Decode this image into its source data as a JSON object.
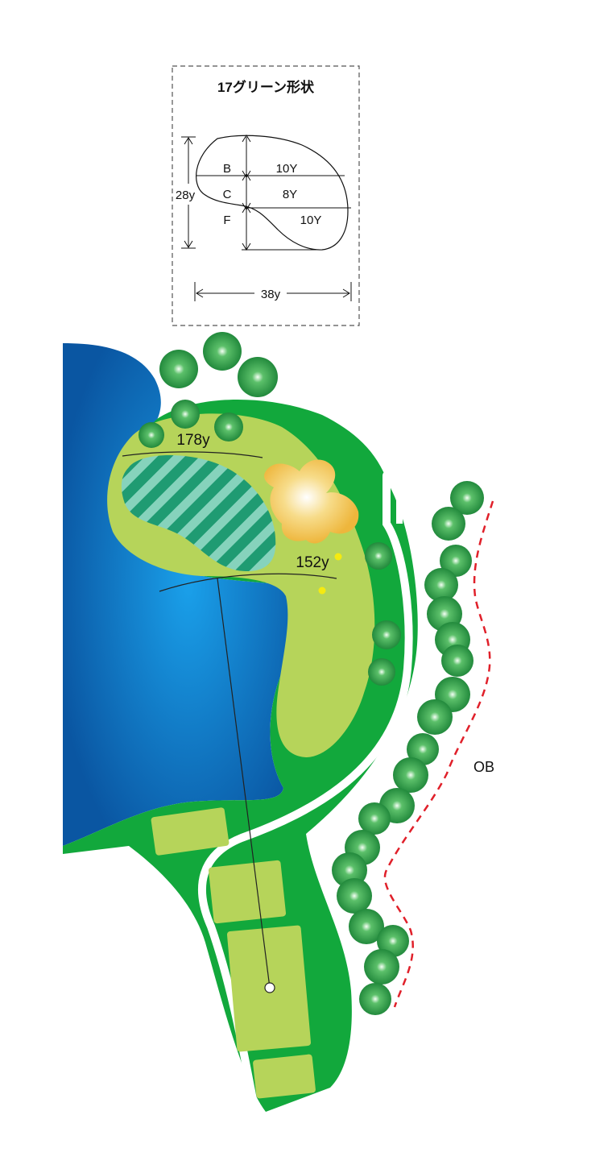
{
  "green_diagram": {
    "title": "17グリーン形状",
    "zones": [
      {
        "letter": "B",
        "depth": "10Y"
      },
      {
        "letter": "C",
        "depth": "8Y"
      },
      {
        "letter": "F",
        "depth": "10Y"
      }
    ],
    "depth_total": "28y",
    "width_total": "38y"
  },
  "distances": [
    {
      "label": "178y"
    },
    {
      "label": "152y"
    }
  ],
  "ob_label": "OB",
  "colors": {
    "water_dark": "#0a5aa6",
    "water_light": "#1e8fdc",
    "rough": "#13a63c",
    "fairway": "#b6d45a",
    "bunker": "#f0c04a",
    "hazard_stripe": "#7fc8b4",
    "tree": "#1f8a3a",
    "ob_line": "#e0202a",
    "marker": "#f5ea10"
  }
}
